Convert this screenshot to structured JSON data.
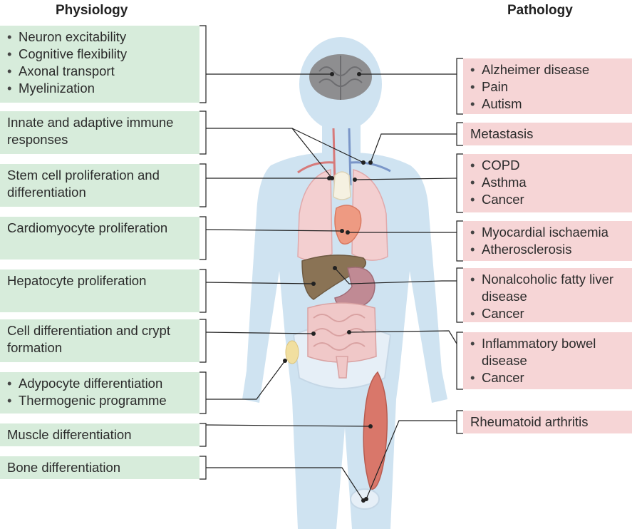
{
  "headings": {
    "left": "Physiology",
    "right": "Pathology"
  },
  "physiology": [
    {
      "items": [
        "Neuron excitability",
        "Cognitive flexibility",
        "Axonal transport",
        "Myelinization"
      ]
    },
    {
      "text": "Innate and adaptive immune responses"
    },
    {
      "text": "Stem cell proliferation and differentiation"
    },
    {
      "text": "Cardiomyocyte proliferation"
    },
    {
      "text": "Hepatocyte proliferation"
    },
    {
      "text": "Cell differentiation and crypt formation"
    },
    {
      "items": [
        "Adypocyte differentiation",
        "Thermogenic programme"
      ]
    },
    {
      "text": "Muscle differentiation"
    },
    {
      "text": "Bone differentiation"
    }
  ],
  "pathology": [
    {
      "items": [
        "Alzheimer disease",
        "Pain",
        "Autism"
      ]
    },
    {
      "text": "Metastasis"
    },
    {
      "items": [
        "COPD",
        "Asthma",
        "Cancer"
      ]
    },
    {
      "items": [
        "Myocardial ischaemia",
        "Atherosclerosis"
      ]
    },
    {
      "items": [
        "Nonalcoholic fatty liver disease",
        "Cancer"
      ]
    },
    {
      "items": [
        "Inflammatory bowel disease",
        "Cancer"
      ]
    },
    {
      "text": "Rheumatoid arthritis"
    }
  ],
  "colors": {
    "physiology_box": "#d7ecdb",
    "pathology_box": "#f6d5d6",
    "body": "#cfe3f1",
    "brain": "#8e8e90",
    "lung": "#f3cfd0",
    "liver": "#8a7355",
    "stomach": "#c08a94",
    "intestine": "#f0c8c8",
    "muscle": "#d9776a",
    "fat": "#f1dfa0"
  }
}
